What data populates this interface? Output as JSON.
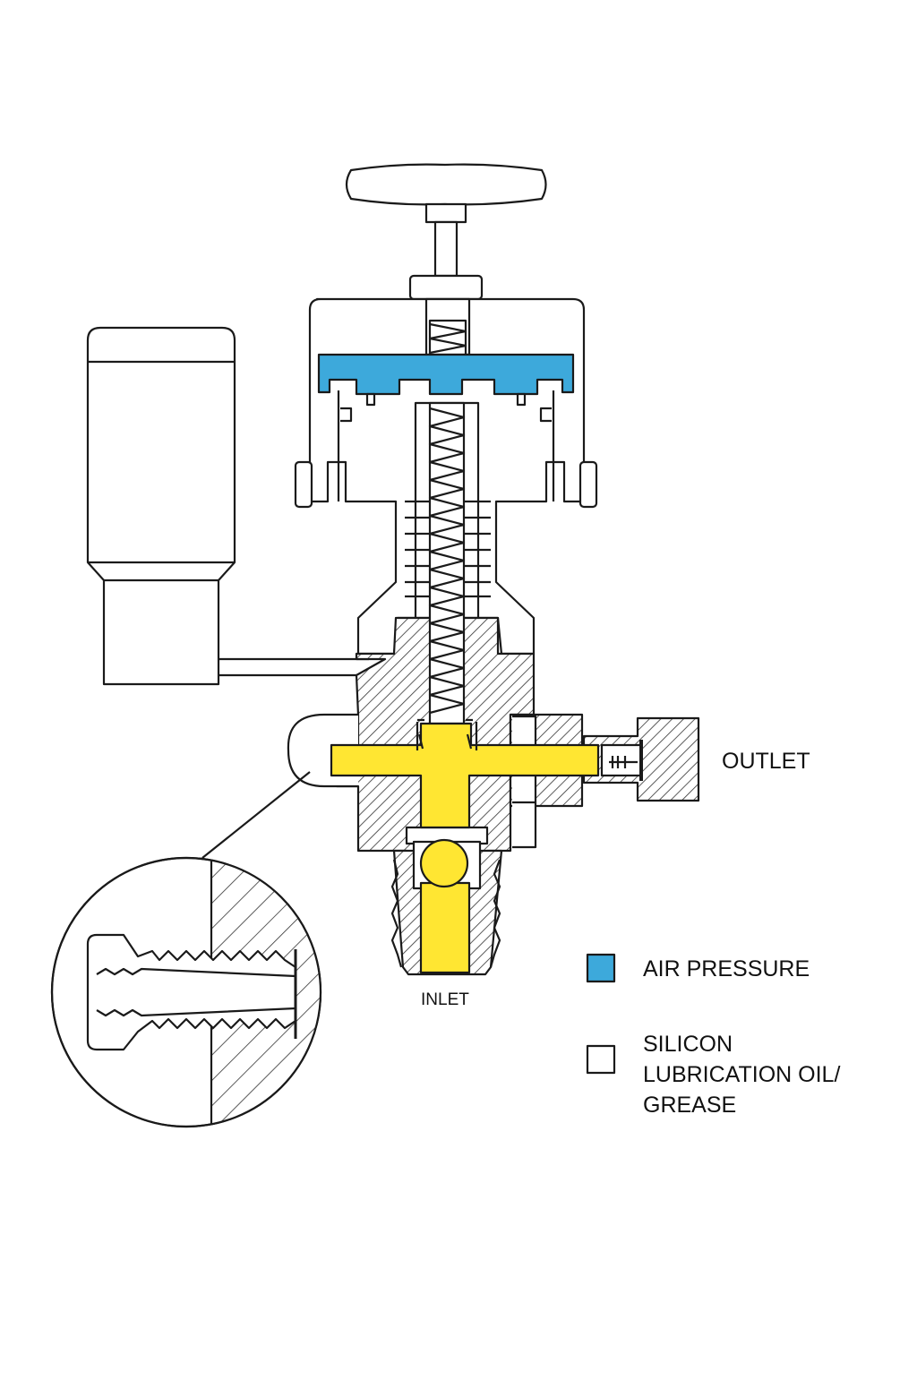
{
  "labels": {
    "outlet": "OUTLET",
    "inlet": "INLET"
  },
  "legend": [
    {
      "swatch_color": "#3DA9DB",
      "lines": [
        "AIR PRESSURE"
      ]
    },
    {
      "swatch_color": "#FFFFFF",
      "lines": [
        "SILICON",
        "LUBRICATION OIL/",
        "GREASE"
      ]
    }
  ],
  "colors": {
    "air_pressure": "#3DA9DB",
    "flow_path": "#FFE632",
    "outline": "#1A1A1A"
  }
}
